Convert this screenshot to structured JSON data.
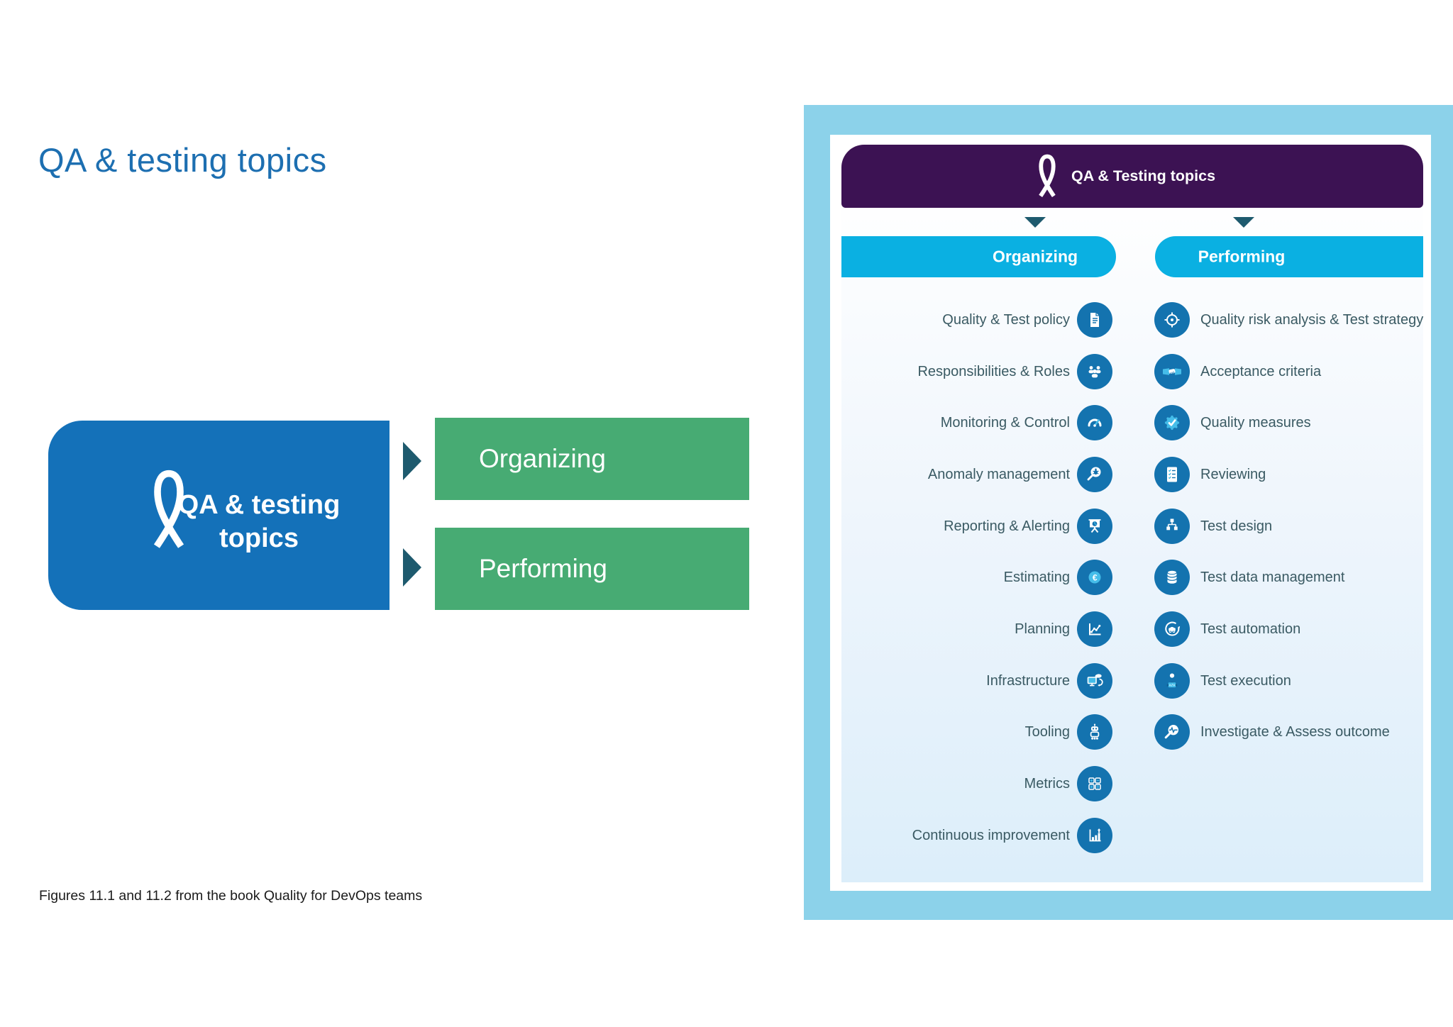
{
  "slide": {
    "title": "QA & testing topics",
    "footer": "Figures 11.1 and 11.2 from the book Quality for DevOps teams"
  },
  "overview": {
    "root": "QA & testing topics",
    "branches": [
      {
        "label": "Organizing"
      },
      {
        "label": "Performing"
      }
    ]
  },
  "panel": {
    "header": "QA & Testing topics",
    "columns": [
      {
        "label": "Organizing",
        "items": [
          {
            "label": "Quality & Test policy",
            "icon": "document-icon"
          },
          {
            "label": "Responsibilities & Roles",
            "icon": "people-icon"
          },
          {
            "label": "Monitoring & Control",
            "icon": "gauge-icon"
          },
          {
            "label": "Anomaly management",
            "icon": "bug-magnifier-icon"
          },
          {
            "label": "Reporting & Alerting",
            "icon": "presentation-chart-icon"
          },
          {
            "label": "Estimating",
            "icon": "euro-coin-icon"
          },
          {
            "label": "Planning",
            "icon": "trend-chart-icon"
          },
          {
            "label": "Infrastructure",
            "icon": "monitor-sync-icon"
          },
          {
            "label": "Tooling",
            "icon": "robot-icon"
          },
          {
            "label": "Metrics",
            "icon": "calculator-icon"
          },
          {
            "label": "Continuous improvement",
            "icon": "growth-chart-icon"
          }
        ]
      },
      {
        "label": "Performing",
        "items": [
          {
            "label": "Quality risk analysis & Test strategy",
            "icon": "target-icon"
          },
          {
            "label": "Acceptance criteria",
            "icon": "handshake-icon"
          },
          {
            "label": "Quality measures",
            "icon": "quality-badge-icon"
          },
          {
            "label": "Reviewing",
            "icon": "checklist-icon"
          },
          {
            "label": "Test design",
            "icon": "flowchart-icon"
          },
          {
            "label": "Test data management",
            "icon": "database-icon"
          },
          {
            "label": "Test automation",
            "icon": "car-automation-icon"
          },
          {
            "label": "Test execution",
            "icon": "person-code-icon"
          },
          {
            "label": "Investigate & Assess outcome",
            "icon": "magnifier-pulse-icon"
          }
        ]
      }
    ]
  },
  "colors": {
    "title_blue": "#1d6fb1",
    "root_blue": "#1471b9",
    "branch_green": "#47ab73",
    "arrow_teal": "#1e5a6e",
    "sky_blue": "#8cd2ea",
    "header_purple": "#3c1253",
    "bar_cyan": "#0ab0e2",
    "icon_blue": "#1473af",
    "icon_accent": "#45bde9",
    "label_text": "#3a5a63"
  }
}
